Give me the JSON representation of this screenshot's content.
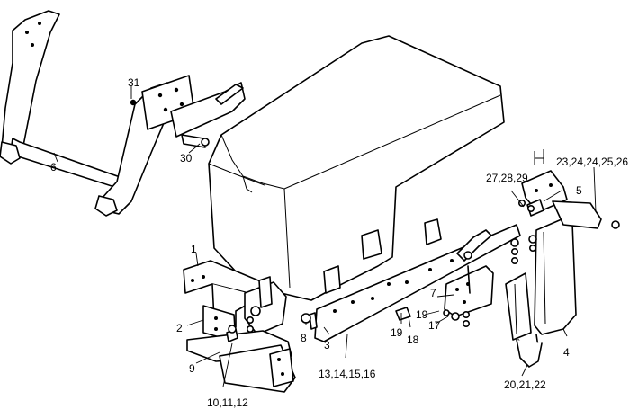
{
  "colors": {
    "line": "#000000",
    "paper": "#ffffff"
  },
  "callouts": {
    "c1": "1",
    "c2": "2",
    "c3": "3",
    "c4": "4",
    "c5": "5",
    "c6": "6",
    "c7": "7",
    "c8": "8",
    "c9": "9",
    "c10_12": "10,11,12",
    "c13_16": "13,14,15,16",
    "c17": "17",
    "c18": "18",
    "c19a": "19",
    "c19b": "19",
    "c20_22": "20,21,22",
    "c23_26": "23,24,24,25,26",
    "c27_29": "27,28,29",
    "c30": "30",
    "c31": "31"
  }
}
